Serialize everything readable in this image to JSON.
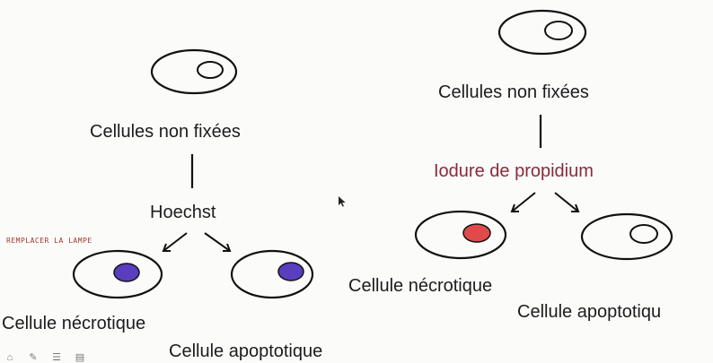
{
  "left_panel": {
    "source_label": "Cellules non fixées",
    "reagent_label": "Hoechst",
    "outcome_necrotic_label": "Cellule nécrotique",
    "outcome_apoptotic_label": "Cellule apoptotique",
    "nucleus_color": "#5a3ec0"
  },
  "right_panel": {
    "source_label": "Cellules non fixées",
    "reagent_label": "Iodure de propidium",
    "outcome_necrotic_label": "Cellule nécrotique",
    "outcome_apoptotic_label": "Cellule apoptotiqu",
    "nucleus_color": "#e04a4a"
  },
  "side_note": "REMPLACER LA LAMPE",
  "toolbar": {
    "icons": [
      "home-icon",
      "pen-icon",
      "menu-icon",
      "note-icon"
    ]
  }
}
